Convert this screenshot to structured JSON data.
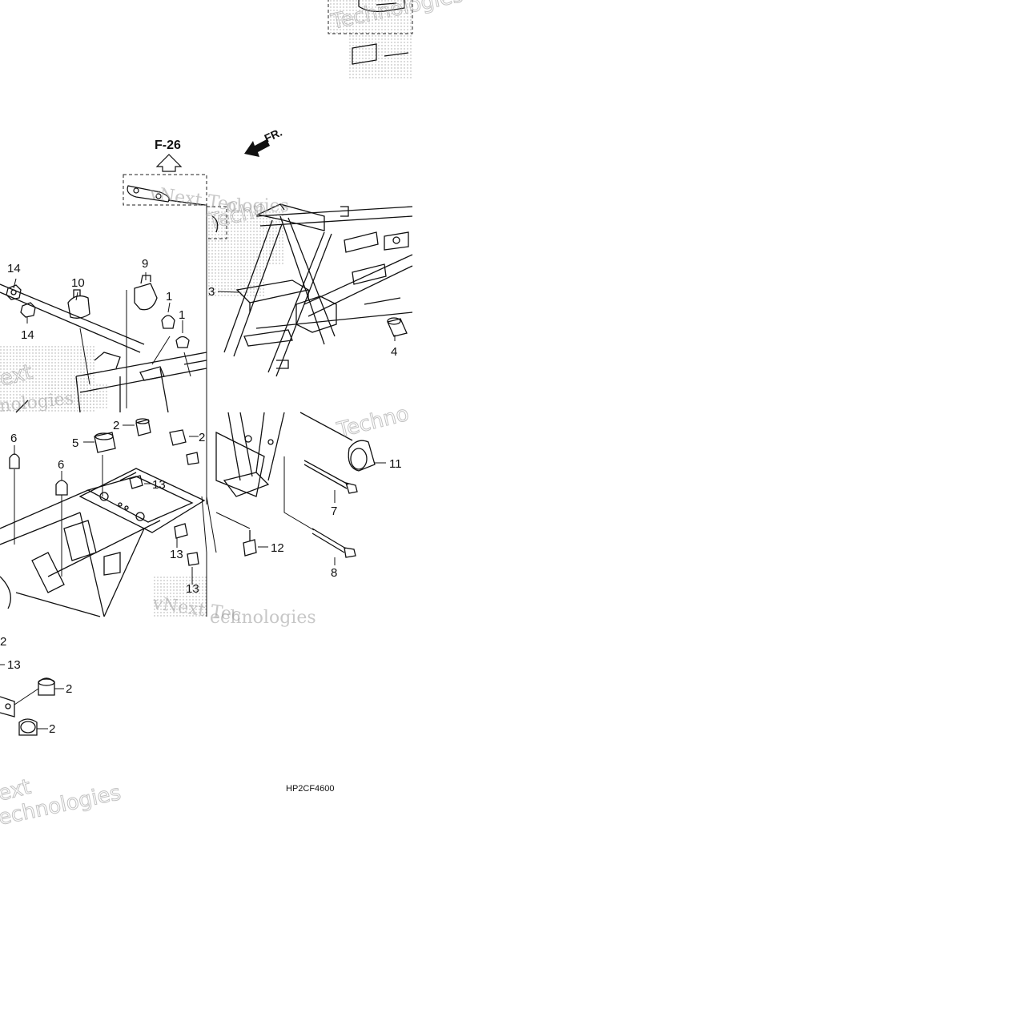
{
  "diagram": {
    "reference_label": "F-26",
    "direction_label": "FR.",
    "diagram_code": "HP2CF4600",
    "callouts": [
      "14",
      "10",
      "9",
      "1",
      "1",
      "14",
      "3",
      "4",
      "6",
      "5",
      "2",
      "2",
      "6",
      "13",
      "11",
      "7",
      "12",
      "13",
      "8",
      "13",
      "2",
      "13",
      "2",
      "2"
    ],
    "watermark_texts": [
      "vNext Tec",
      "ologies",
      "Technologies",
      "vNext Tec",
      "nologies",
      "Techno",
      "Techn",
      "ext",
      "echnologies",
      "ext",
      "echnologies"
    ]
  }
}
